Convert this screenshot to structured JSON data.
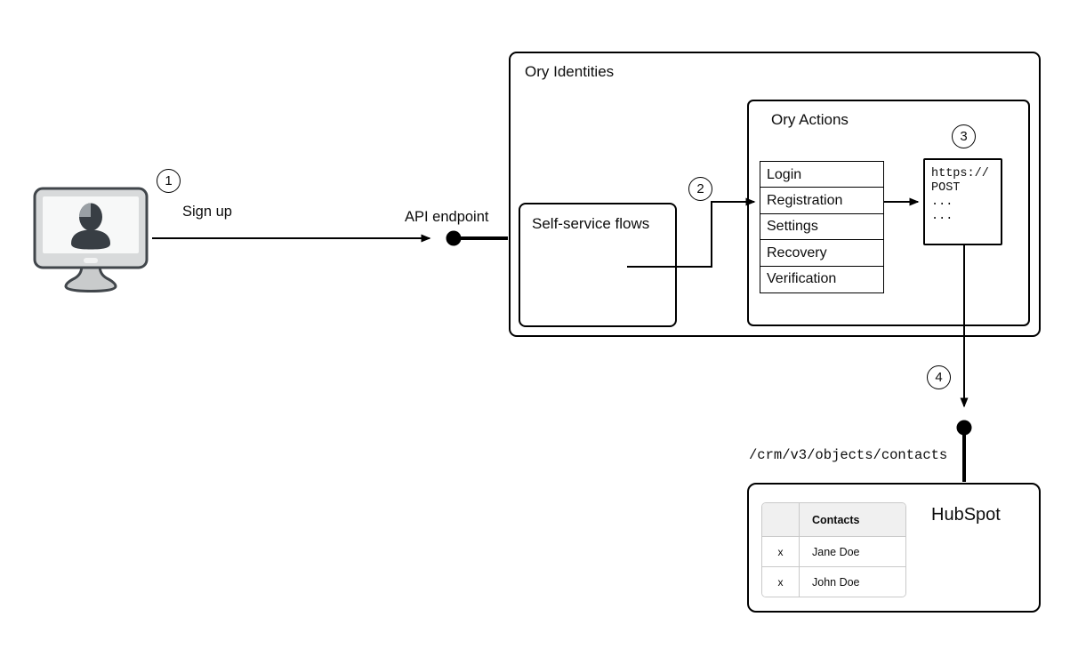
{
  "steps": [
    "1",
    "2",
    "3",
    "4"
  ],
  "labels": {
    "sign_up": "Sign up",
    "api_endpoint": "API endpoint",
    "crm_path": "/crm/v3/objects/contacts"
  },
  "ory_identities": {
    "title": "Ory Identities",
    "self_service": {
      "title": "Self-service flows"
    },
    "ory_actions": {
      "title": "Ory Actions",
      "flows": [
        "Login",
        "Registration",
        "Settings",
        "Recovery",
        "Verification"
      ],
      "webhook": {
        "lines": [
          "https://",
          "POST",
          "...",
          "..."
        ]
      }
    }
  },
  "hubspot": {
    "title": "HubSpot",
    "table": {
      "header": "Contacts",
      "rows": [
        {
          "mark": "x",
          "name": "Jane Doe"
        },
        {
          "mark": "x",
          "name": "John Doe"
        }
      ]
    }
  },
  "icons": {
    "user_device": "monitor-user-icon"
  },
  "colors": {
    "stroke": "#000000",
    "background": "#ffffff",
    "table_border": "#c9c9c9",
    "table_header_bg": "#f0f0f0",
    "monitor_bezel": "#d8dadb",
    "monitor_screen": "#f7f8f8",
    "silhouette": "#383e44"
  }
}
